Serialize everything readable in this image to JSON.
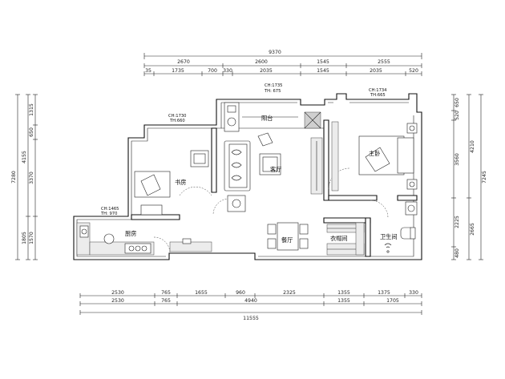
{
  "dimensions": {
    "top_total": "9370",
    "top_row1": [
      "2670",
      "2600",
      "1545",
      "2555"
    ],
    "top_row2": [
      "35",
      "1735",
      "700",
      "330",
      "2035",
      "1545",
      "2035",
      "520"
    ],
    "bottom_row1": [
      "2530",
      "765",
      "1655",
      "960",
      "2325",
      "1355",
      "1375",
      "330"
    ],
    "bottom_row2": [
      "2530",
      "765",
      "4940",
      "1355",
      "1705"
    ],
    "bottom_total": "11555",
    "left_outer": "7280",
    "left_middle": [
      "4155",
      "1805"
    ],
    "left_inner": [
      "1315",
      "650",
      "3370",
      "1570"
    ],
    "right_inner": [
      "650",
      "520",
      "3560",
      "2225",
      "480"
    ],
    "right_middle": [
      "4210",
      "2665"
    ],
    "right_outer": "7245"
  },
  "rooms": {
    "balcony": "阳台",
    "living": "客厅",
    "study": "书房",
    "kitchen": "厨房",
    "dining": "餐厅",
    "master_bedroom": "主卧",
    "closet": "衣帽间",
    "bathroom": "卫生间"
  },
  "heights": {
    "balcony_ch": "CH:1735",
    "balcony_th": "TH: 675",
    "bedroom_ch": "CH:1734",
    "bedroom_th": "TH:665",
    "study_ch": "CH:1730",
    "study_th": "TH:660",
    "kitchen_ch": "CH:1465",
    "kitchen_th": "TH: 970"
  }
}
